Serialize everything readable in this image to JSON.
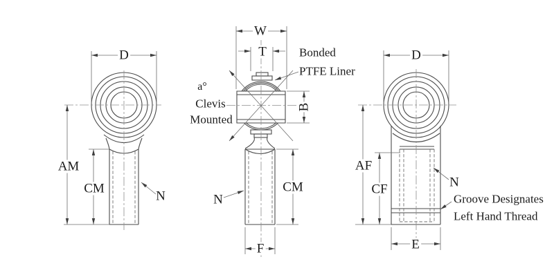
{
  "diagram": {
    "description": "Dimensional line drawing of rod end bearings: male shank front view, clevis-mounted side view, female body front view",
    "colors": {
      "background": "#ffffff",
      "outline": "#4a4a4a",
      "dimension_lines": "#6b6b6b",
      "text": "#1c1c1c"
    },
    "left_view": {
      "dim_d": "D",
      "dim_am": "AM",
      "dim_cm": "CM",
      "thread_label": "N"
    },
    "middle_view": {
      "dim_w": "W",
      "dim_t": "T",
      "dim_b": "B",
      "dim_f": "F",
      "dim_cm": "CM",
      "thread_label": "N",
      "angle_label": "a°",
      "note_clevis_line1": "Clevis",
      "note_clevis_line2": "Mounted",
      "note_liner_line1": "Bonded",
      "note_liner_line2": "PTFE Liner"
    },
    "right_view": {
      "dim_d": "D",
      "dim_af": "AF",
      "dim_cf": "CF",
      "dim_e": "E",
      "thread_label": "N",
      "note_groove_line1": "Groove Designates",
      "note_groove_line2": "Left Hand Thread"
    }
  }
}
